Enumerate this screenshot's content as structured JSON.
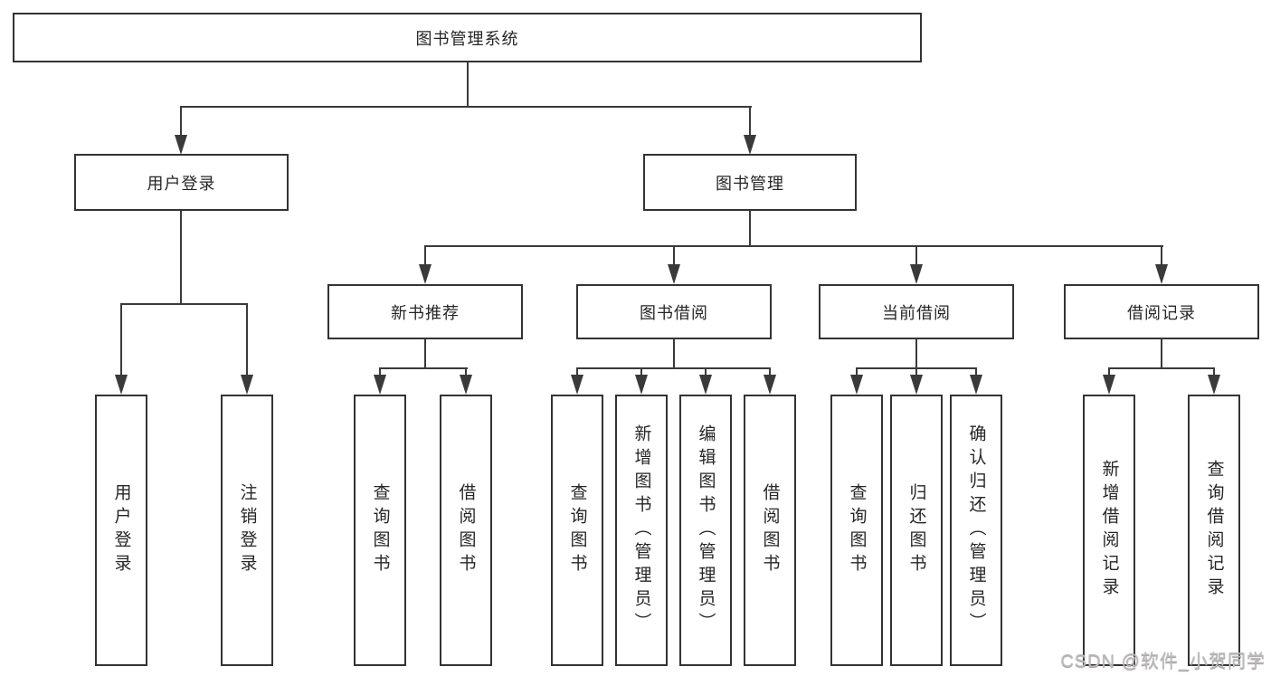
{
  "tree": {
    "root": {
      "label": "图书管理系统"
    },
    "children": [
      {
        "label": "用户登录",
        "children": [
          {
            "label": "用户登录"
          },
          {
            "label": "注销登录"
          }
        ]
      },
      {
        "label": "图书管理",
        "children": [
          {
            "label": "新书推荐",
            "children": [
              {
                "label": "查询图书"
              },
              {
                "label": "借阅图书"
              }
            ]
          },
          {
            "label": "图书借阅",
            "children": [
              {
                "label": "查询图书"
              },
              {
                "label": "新增图书（管理员）"
              },
              {
                "label": "编辑图书（管理员）"
              },
              {
                "label": "借阅图书"
              }
            ]
          },
          {
            "label": "当前借阅",
            "children": [
              {
                "label": "查询图书"
              },
              {
                "label": "归还图书"
              },
              {
                "label": "确认归还（管理员）"
              }
            ]
          },
          {
            "label": "借阅记录",
            "children": [
              {
                "label": "新增借阅记录"
              },
              {
                "label": "查询借阅记录"
              }
            ]
          }
        ]
      }
    ]
  },
  "watermark": {
    "text": "CSDN @软件_小贺同学"
  },
  "colors": {
    "background": "#ffffff",
    "box_border": "#333333",
    "connector": "#3a3a3a",
    "text": "#262626",
    "watermark": "#bdbaba"
  }
}
